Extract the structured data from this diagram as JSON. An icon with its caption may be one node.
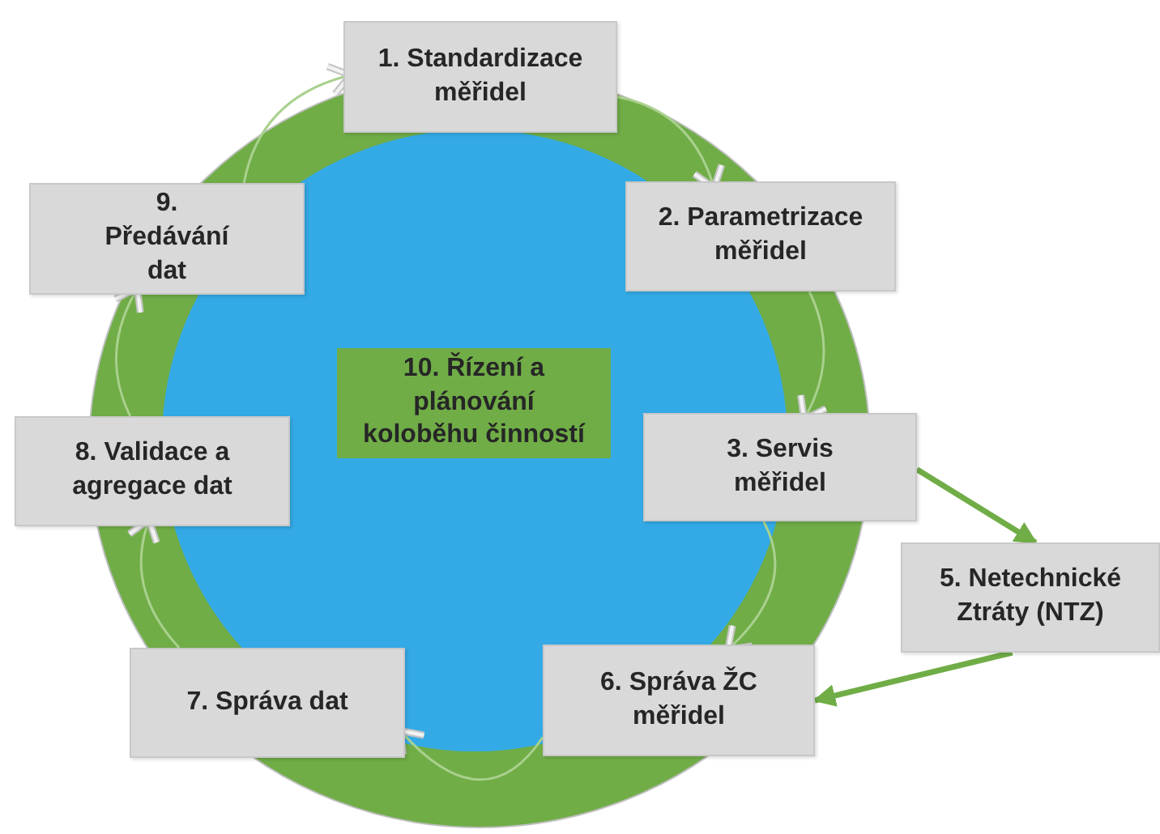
{
  "diagram": {
    "nodes": [
      {
        "text": [
          "1. Standardizace měřidel"
        ]
      },
      {
        "text": [
          "2. Parametrizace měřidel"
        ]
      },
      {
        "text": [
          "3. Servis měřidel"
        ]
      },
      {
        "text": [
          "5. Netechnické Ztráty (NTZ)"
        ]
      },
      {
        "text": [
          "6. Správa ŽC měřidel"
        ]
      },
      {
        "text": [
          "7. Správa dat"
        ]
      },
      {
        "text": [
          "8. Validace a agregace dat"
        ]
      },
      {
        "text": [
          "9. Předávání dat"
        ]
      },
      {
        "text": [
          "10. Řízení a plánování koloběhu činností"
        ]
      }
    ],
    "edges": [
      {
        "from": 0,
        "to": 1,
        "arrow": "to"
      },
      {
        "from": 1,
        "to": 2,
        "arrow": "to"
      },
      {
        "from": 2,
        "to": 3,
        "arrow": "to",
        "style": "thick",
        "color": "#70ad47"
      },
      {
        "from": 3,
        "to": 4,
        "arrow": "to",
        "style": "thick",
        "color": "#70ad47"
      },
      {
        "from": 2,
        "to": 4,
        "arrow": "to"
      },
      {
        "from": 4,
        "to": 5,
        "arrow": "to"
      },
      {
        "from": 5,
        "to": 6,
        "arrow": "to"
      },
      {
        "from": 6,
        "to": 7,
        "arrow": "to"
      },
      {
        "from": 7,
        "to": 0,
        "arrow": "to"
      }
    ]
  }
}
